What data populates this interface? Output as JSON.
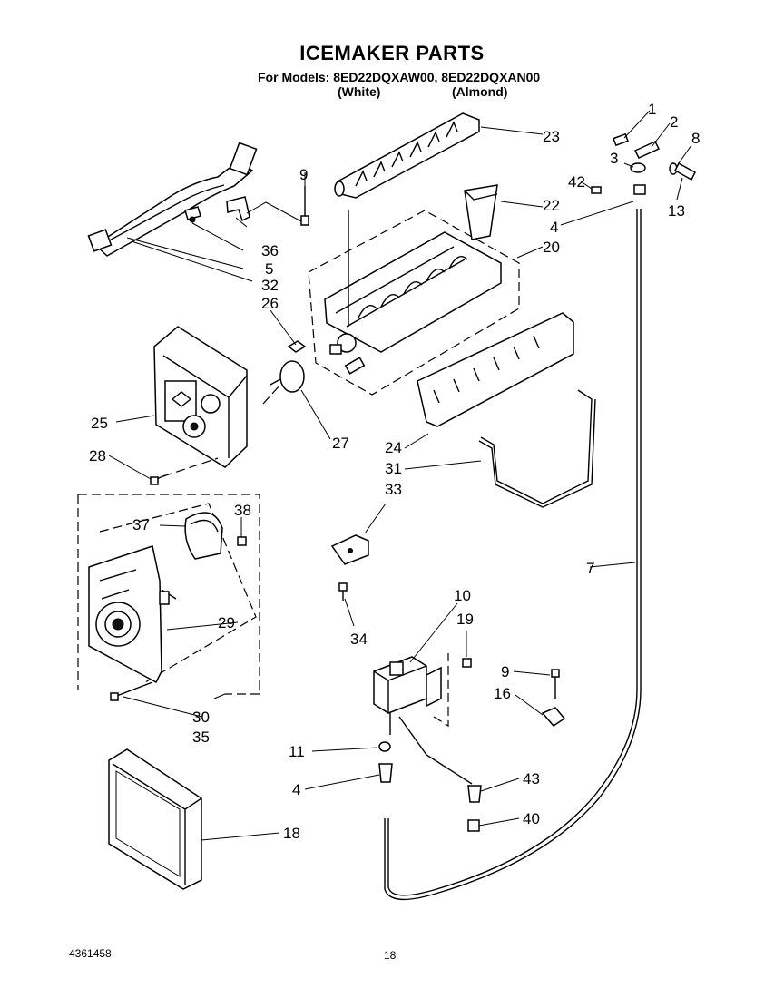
{
  "header": {
    "title": "ICEMAKER PARTS",
    "models_line": "For Models: 8ED22DQXAW00, 8ED22DQXAN00",
    "variant_white": "(White)",
    "variant_almond": "(Almond)"
  },
  "callouts": {
    "c1": "1",
    "c2": "2",
    "c3": "3",
    "c4a": "4",
    "c4b": "4",
    "c5": "5",
    "c7": "7",
    "c8": "8",
    "c9a": "9",
    "c9b": "9",
    "c10": "10",
    "c11": "11",
    "c13": "13",
    "c16": "16",
    "c18": "18",
    "c19": "19",
    "c20": "20",
    "c22": "22",
    "c23": "23",
    "c24": "24",
    "c25": "25",
    "c26": "26",
    "c27": "27",
    "c28": "28",
    "c29": "29",
    "c30": "30",
    "c31": "31",
    "c32": "32",
    "c33": "33",
    "c34": "34",
    "c35": "35",
    "c36": "36",
    "c37": "37",
    "c38": "38",
    "c40": "40",
    "c42": "42",
    "c43": "43"
  },
  "footer": {
    "doc_id": "4361458",
    "page": "18"
  }
}
